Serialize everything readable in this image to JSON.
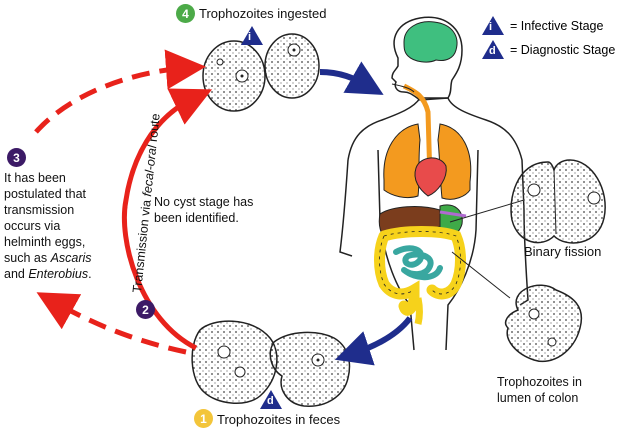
{
  "legend": {
    "infective_symbol": "i",
    "infective_text": "= Infective Stage",
    "diagnostic_symbol": "d",
    "diagnostic_text": "= Diagnostic Stage"
  },
  "steps": {
    "s1": {
      "num": "1",
      "label": "Trophozoites in feces",
      "color": "#f3c53a"
    },
    "s2": {
      "num": "2",
      "color": "#3c1a66"
    },
    "s3": {
      "num": "3",
      "color": "#3c1a66"
    },
    "s4": {
      "num": "4",
      "label": "Trophozoites ingested",
      "color": "#4caa48"
    }
  },
  "transmission_label_pre": "Transmission via ",
  "transmission_label_em": "fecal-oral",
  "transmission_label_post": " route",
  "no_cyst_note_1": "No cyst stage has",
  "no_cyst_note_2": "been identified.",
  "helminth_note": {
    "line1": "It has been",
    "line2": "postulated that",
    "line3": "transmission",
    "line4": "occurs via",
    "line5": "helminth eggs,",
    "line6_pre": "such as ",
    "line6_em": "Ascaris",
    "line7_pre": "and ",
    "line7_em": "Enterobius",
    "line7_post": "."
  },
  "binary_fission_label": "Binary fission",
  "lumen_label_1": "Trophozoites in",
  "lumen_label_2": "lumen of colon",
  "colors": {
    "red_arrow": "#e8221b",
    "blue_arrow": "#1f2d8c",
    "brain": "#3fbf7f",
    "lung": "#f39a1f",
    "heart": "#e84b4b",
    "liver": "#7b3d1d",
    "colon": "#f6d21b",
    "small_intestine": "#39a7a0"
  }
}
